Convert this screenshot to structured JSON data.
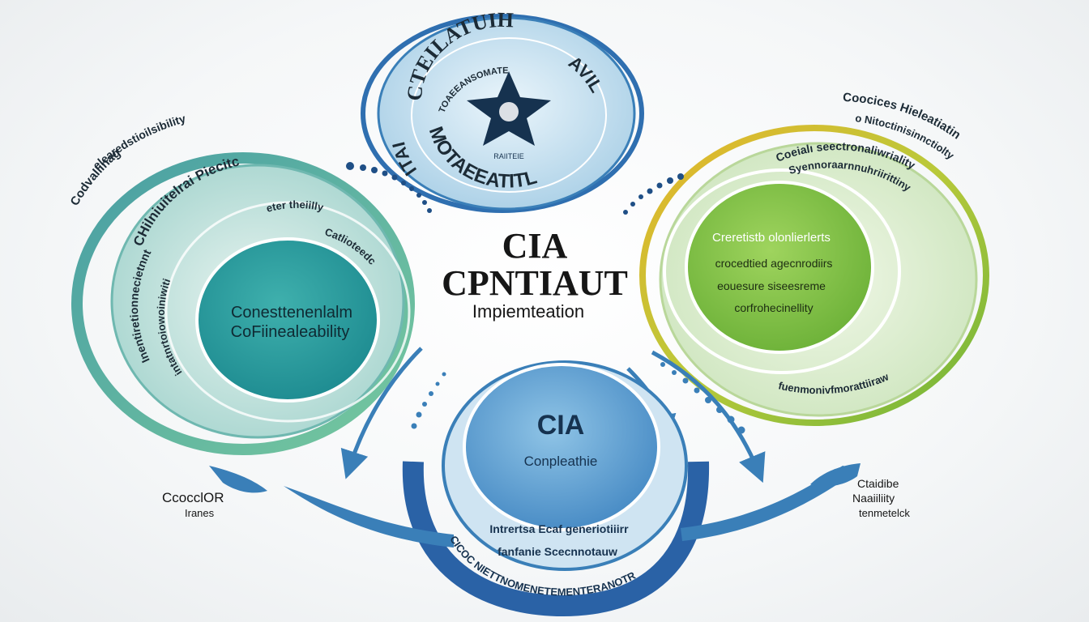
{
  "center": {
    "line1": "CIA",
    "line2": "CPNTIAUT",
    "line3": "Impiemteation"
  },
  "top_circle": {
    "arc_upper": "CTEILATUIH",
    "arc_upper_small": "TOAEEANSOMATE",
    "arc_left": "ITAI",
    "arc_right": "AVIL",
    "arc_lower": "MOTAEEATITL",
    "star_caption": "RAIITEIE"
  },
  "left_circle": {
    "outer_caption_1": "elearedstioilsibility",
    "outer_caption_2": "Codvallinagation",
    "ring_top": "CHilniuitelrai Piecitc",
    "ring_small_1": "eter theiilly",
    "ring_small_2": "Catlioteedc",
    "ring_left_1": "Inentiretionnecietnnt",
    "ring_left_2": "intatnrtoiowoiniwiti",
    "inner_line1": "Conesttenenlalm",
    "inner_line2": "CoFiinealeability"
  },
  "right_circle": {
    "outer_caption_1": "Coocices Hieleatiatin",
    "outer_caption_2": "o Nitoctinisinnctiolty",
    "ring_top_1": "Coeialı seectronaliwriality",
    "ring_top_2": "Syennoraarnnuhriirittiny",
    "ring_bottom": "fuenmonivfmorattiiraw",
    "inner_line1": "Creretistb olonlierlerts",
    "inner_line2": "crocedtied agecnrodiirs",
    "inner_line3": "eouesure siseesreme",
    "inner_line4": "corfrohecinellity"
  },
  "bottom_circle": {
    "inner_line1": "CIA",
    "inner_line2": "Conpleathie",
    "ring_line1": "Intrertsa Ecaf generiotiiirr",
    "ring_line2": "fanfanie Scecnnotauw",
    "base_arc": "CICOC NIETTNOMENETEMENTERANOTR"
  },
  "side_labels": {
    "left_line1": "CcocclOR",
    "left_line2": "Iranes",
    "right_line1": "Ctaidibe",
    "right_line2": "Naaiiliity",
    "right_line3": "tenmetelck"
  },
  "colors": {
    "teal": "#2a9a9c",
    "teal_light": "#bfe3e1",
    "green": "#7cbf3a",
    "yellow": "#e7b52a",
    "blue": "#3a7fb8",
    "blue_light": "#a9cfe6",
    "navy": "#1f4f86"
  }
}
